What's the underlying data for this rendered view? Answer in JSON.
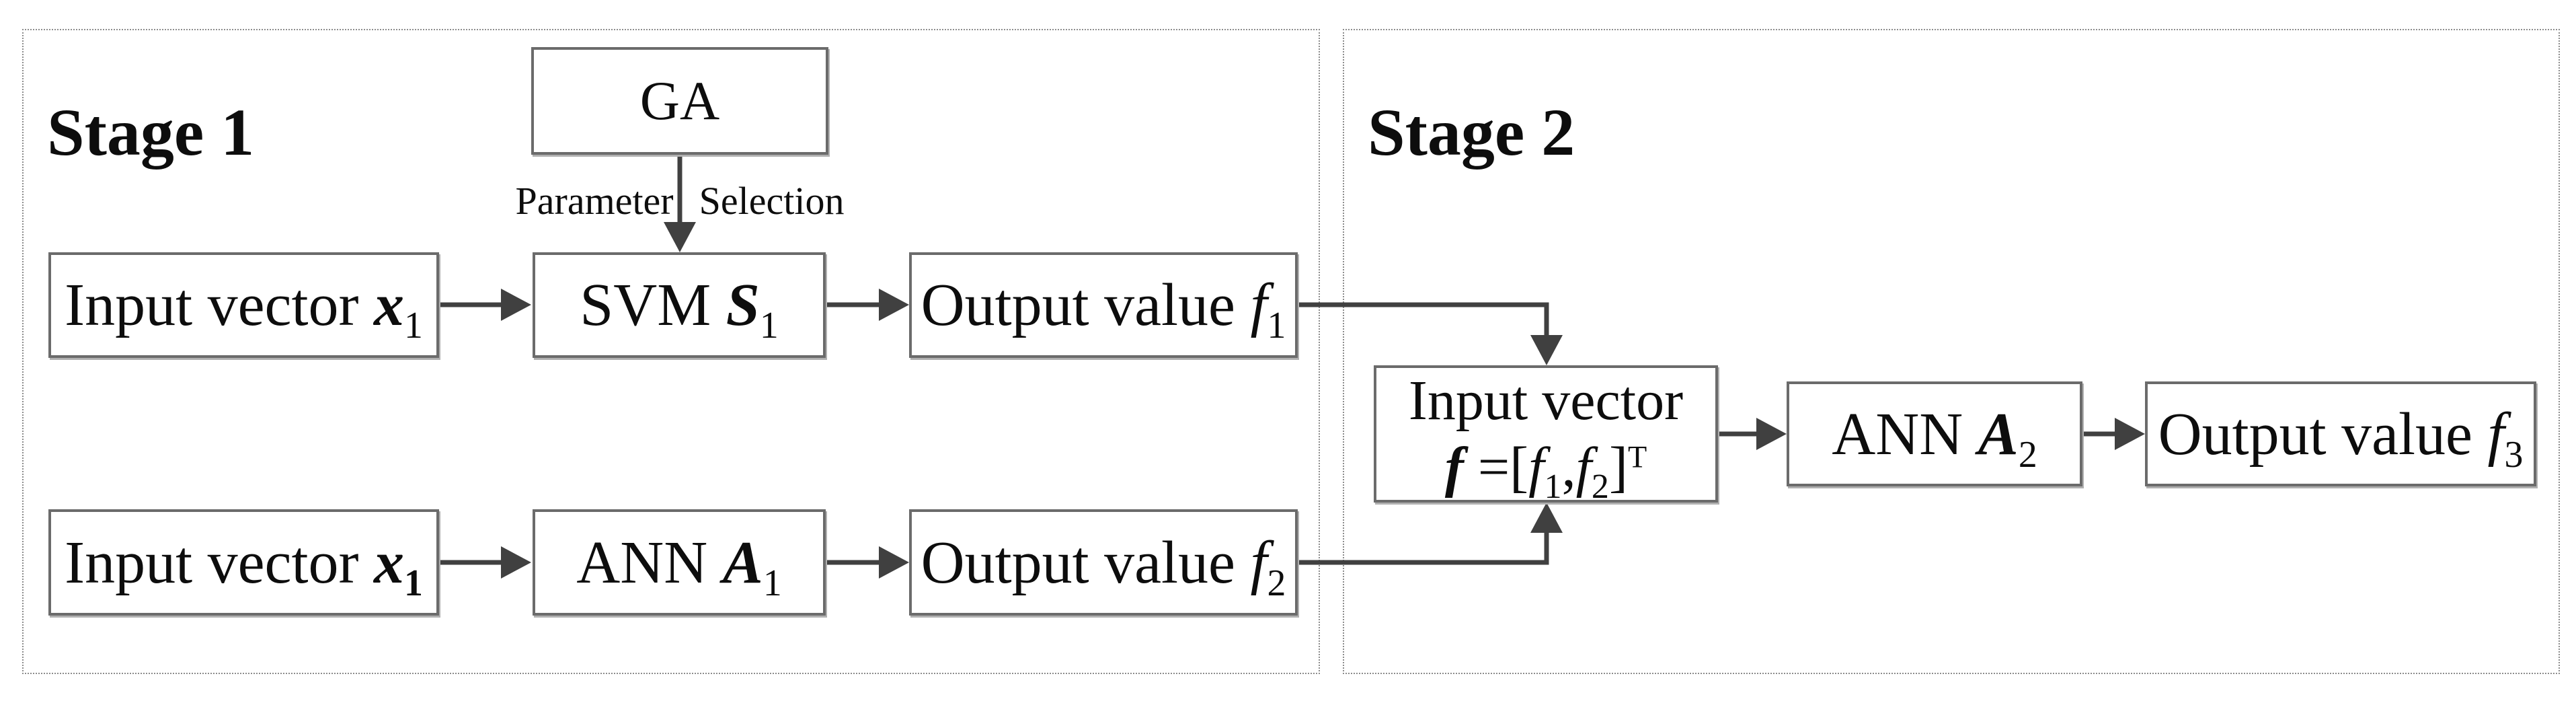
{
  "figure": {
    "stage1": {
      "title": "Stage 1",
      "ga_label": "GA",
      "parameter_selection": {
        "left": "Parameter",
        "right": "Selection"
      },
      "row1": {
        "input": {
          "prefix": "Input vector ",
          "variable": "x",
          "subscript": "1"
        },
        "svm": {
          "prefix": "SVM ",
          "variable": "S",
          "subscript": "1"
        },
        "output": {
          "prefix": "Output value ",
          "variable": "f",
          "subscript": "1"
        }
      },
      "row2": {
        "input": {
          "prefix": "Input vector ",
          "variable": "x",
          "subscript": "1"
        },
        "ann": {
          "prefix": "ANN ",
          "variable": "A",
          "subscript": "1"
        },
        "output": {
          "prefix": "Output value ",
          "variable": "f",
          "subscript": "2"
        }
      }
    },
    "stage2": {
      "title": "Stage 2",
      "input_vector": {
        "line1": "Input vector",
        "bold_f": "f",
        "equals_bracket": "=[",
        "f1": "f",
        "f1_sub": "1",
        "comma": ",",
        "f2": "f",
        "f2_sub": "2",
        "close_bracket": "]",
        "transpose": "T"
      },
      "ann": {
        "prefix": "ANN ",
        "variable": "A",
        "subscript": "2"
      },
      "output": {
        "prefix": "Output value ",
        "variable": "f",
        "subscript": "3"
      }
    },
    "colors": {
      "background": "#ffffff",
      "box_border": "#6b6b6b",
      "connector": "#404040",
      "dashed_border": "#8c8c8c",
      "text": "#0d0d0d"
    }
  }
}
